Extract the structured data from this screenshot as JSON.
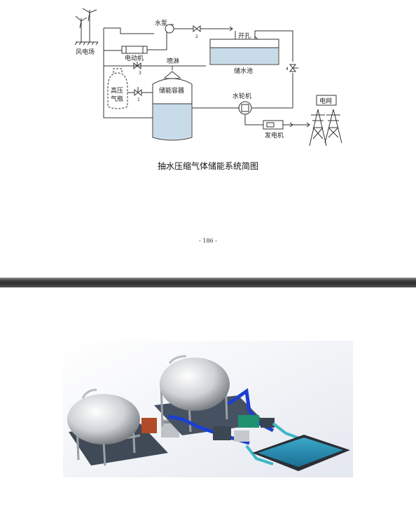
{
  "diagram": {
    "wind_farm": "风电场",
    "water_pump": "水泵",
    "motor": "电动机",
    "spray": "喷淋",
    "high_pressure_bottle_line1": "高压",
    "high_pressure_bottle_line2": "气瓶",
    "storage_vessel": "储能容器",
    "open_hole": "开孔",
    "reservoir": "储水池",
    "turbine": "水轮机",
    "generator": "发电机",
    "grid": "电网",
    "valve_1": "1",
    "valve_2": "2",
    "valve_3": "3",
    "valve_4": "4"
  },
  "caption": "抽水压缩气体储能系统简图",
  "page_number": "- 186 -",
  "colors": {
    "water": "#c8dbe8",
    "pipe_blue": "#1b3fd1",
    "pipe_teal": "#3fb7c4",
    "separator": "#333333"
  }
}
